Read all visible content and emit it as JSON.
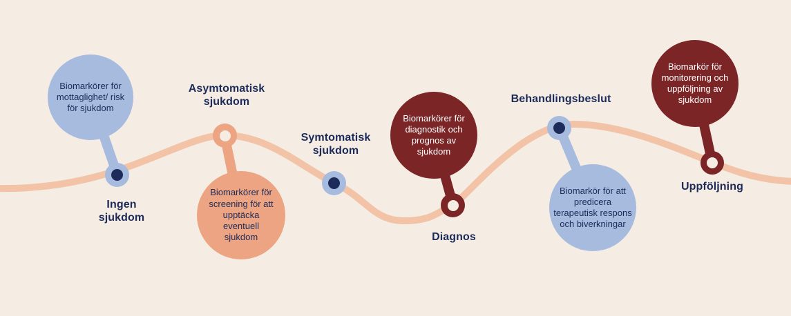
{
  "theme": {
    "background": "#f5ede3",
    "wave": "#f2c3a7",
    "blue": "#a7bbde",
    "navy": "#1d2b5a",
    "salmon": "#eca482",
    "maroon": "#7c2527",
    "light_text": "#ffffff"
  },
  "stages": [
    {
      "label": "Ingen sjukdom",
      "bubble_text": "Biomarkörer för mottaglighet/ risk för sjukdom"
    },
    {
      "label": "Asymtomatisk sjukdom",
      "bubble_text": "Biomarkörer för screening för att upptäcka eventuell sjukdom"
    },
    {
      "label": "Symtomatisk sjukdom"
    },
    {
      "label": "Diagnos",
      "bubble_text": "Biomarkörer för diagnostik och prognos av sjukdom"
    },
    {
      "label": "Behandlingsbeslut",
      "bubble_text": "Biomarkör för att predicera terapeutisk respons och biverkningar"
    },
    {
      "label": "Uppföljning",
      "bubble_text": "Biomarkör för monitorering och uppföljning av sjukdom"
    }
  ]
}
